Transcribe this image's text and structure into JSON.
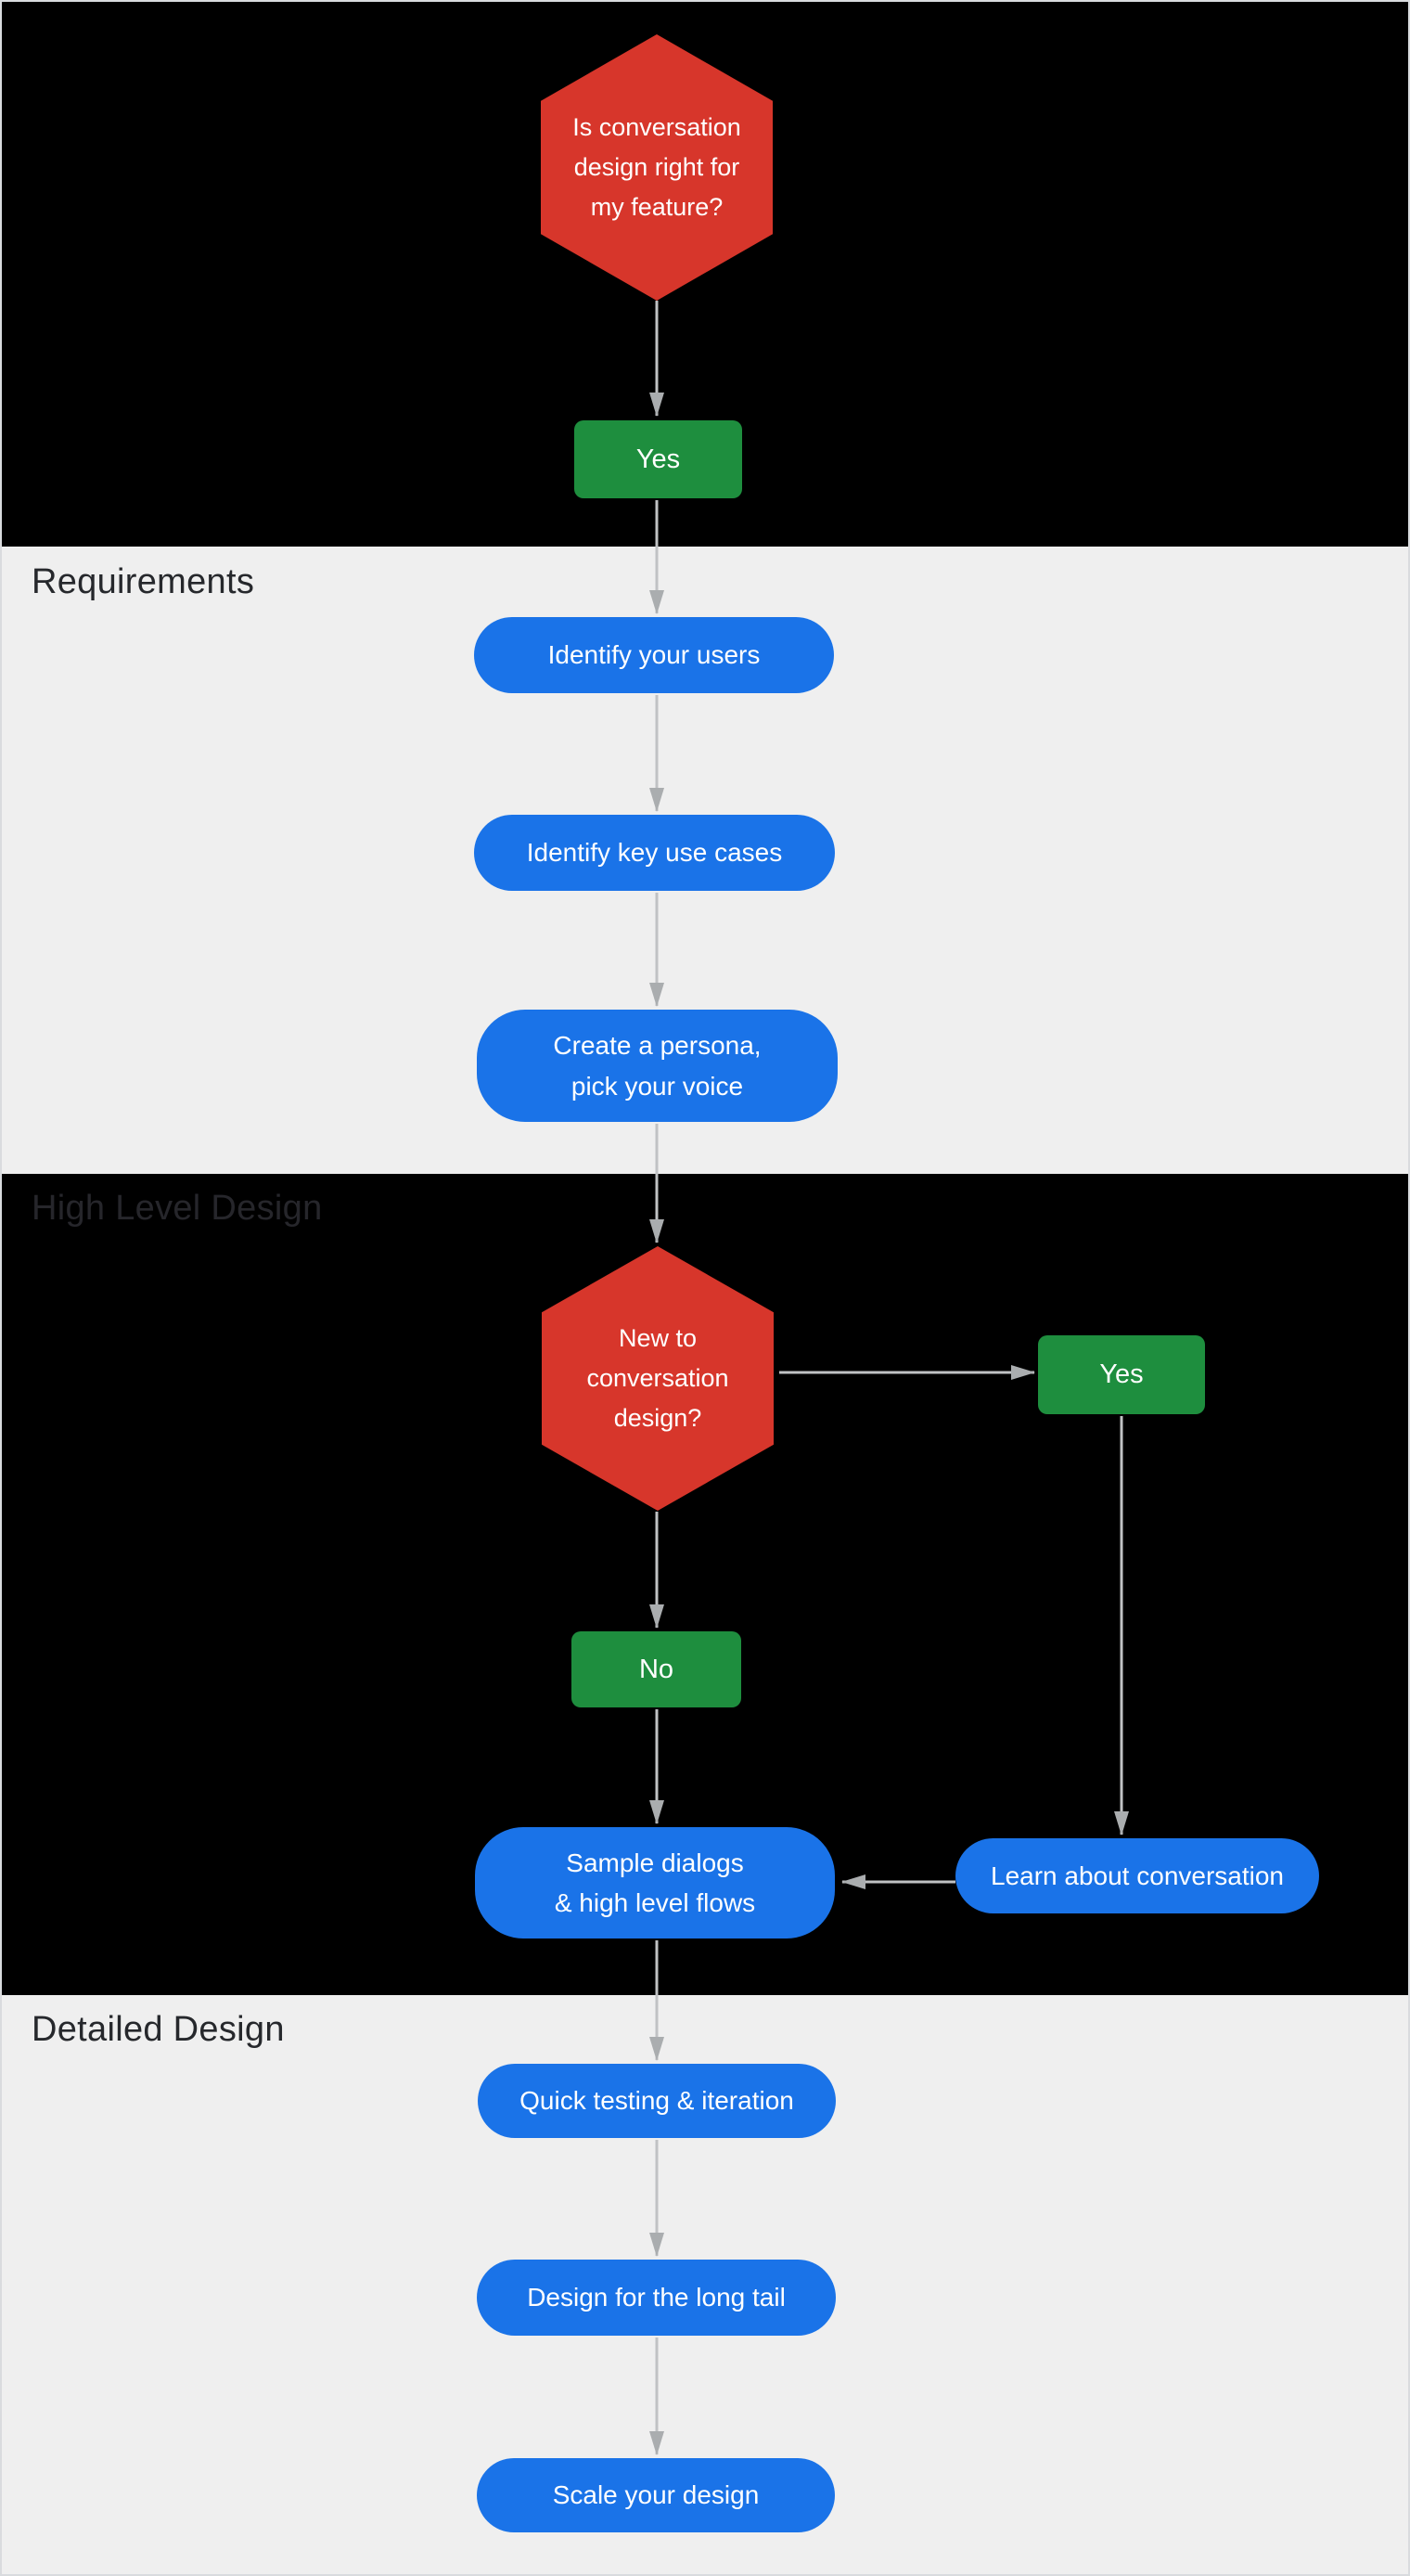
{
  "sections": {
    "requirements": {
      "label": "Requirements"
    },
    "high_level_design": {
      "label": "High Level Design"
    },
    "detailed_design": {
      "label": "Detailed Design"
    }
  },
  "nodes": {
    "q_right_for_feature": "Is conversation\ndesign right for\nmy feature?",
    "yes_start": "Yes",
    "identify_users": "Identify your users",
    "identify_use_cases": "Identify key use cases",
    "create_persona": "Create a persona,\npick your voice",
    "q_new_to_design": "New to\nconversation\ndesign?",
    "yes_new": "Yes",
    "no_new": "No",
    "sample_dialogs": "Sample dialogs\n& high level flows",
    "learn_conversation": "Learn about conversation",
    "quick_testing": "Quick testing & iteration",
    "design_long_tail": "Design for the long tail",
    "scale_design": "Scale your design"
  },
  "colors": {
    "decision_red": "#d7362b",
    "answer_green": "#1e8e3e",
    "step_blue": "#1a73e8",
    "section_dark_bg": "#000000",
    "section_light_bg": "#efefef",
    "arrow_gray": "#c0c2c4",
    "label_dark_text": "#26282c"
  }
}
